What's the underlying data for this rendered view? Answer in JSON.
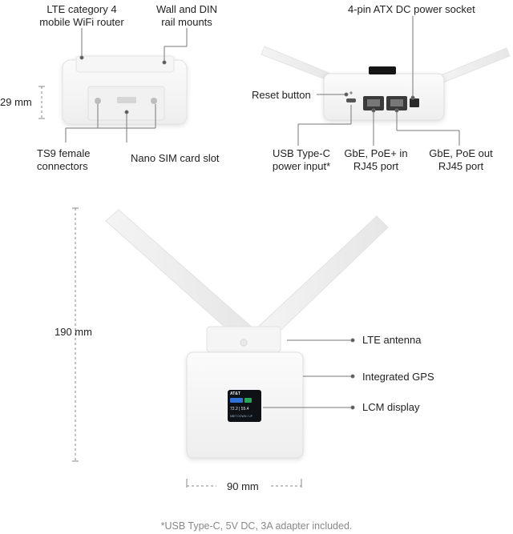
{
  "top_left": {
    "lte_router": [
      "LTE category 4",
      "mobile WiFi router"
    ],
    "rail_mounts": [
      "Wall and DIN",
      "rail mounts"
    ],
    "height_dim": "29 mm",
    "ts9": [
      "TS9 female",
      "connectors"
    ],
    "sim_slot": "Nano SIM card slot"
  },
  "top_right": {
    "atx": "4-pin ATX DC power socket",
    "reset": "Reset button",
    "usbc": [
      "USB Type-C",
      "power input*"
    ],
    "poe_in": [
      "GbE, PoE+ in",
      "RJ45 port"
    ],
    "poe_out": [
      "GbE, PoE out",
      "RJ45 port"
    ]
  },
  "front": {
    "height_dim": "190 mm",
    "width_dim": "90 mm",
    "lte_antenna": "LTE antenna",
    "gps": "Integrated GPS",
    "lcm": "LCM display",
    "screen": {
      "carrier": "AT&T",
      "speed": "72.2 | 55.4",
      "footer": "MBIT DOWN / UP"
    }
  },
  "footnote": "*USB Type-C, 5V DC, 3A adapter included."
}
